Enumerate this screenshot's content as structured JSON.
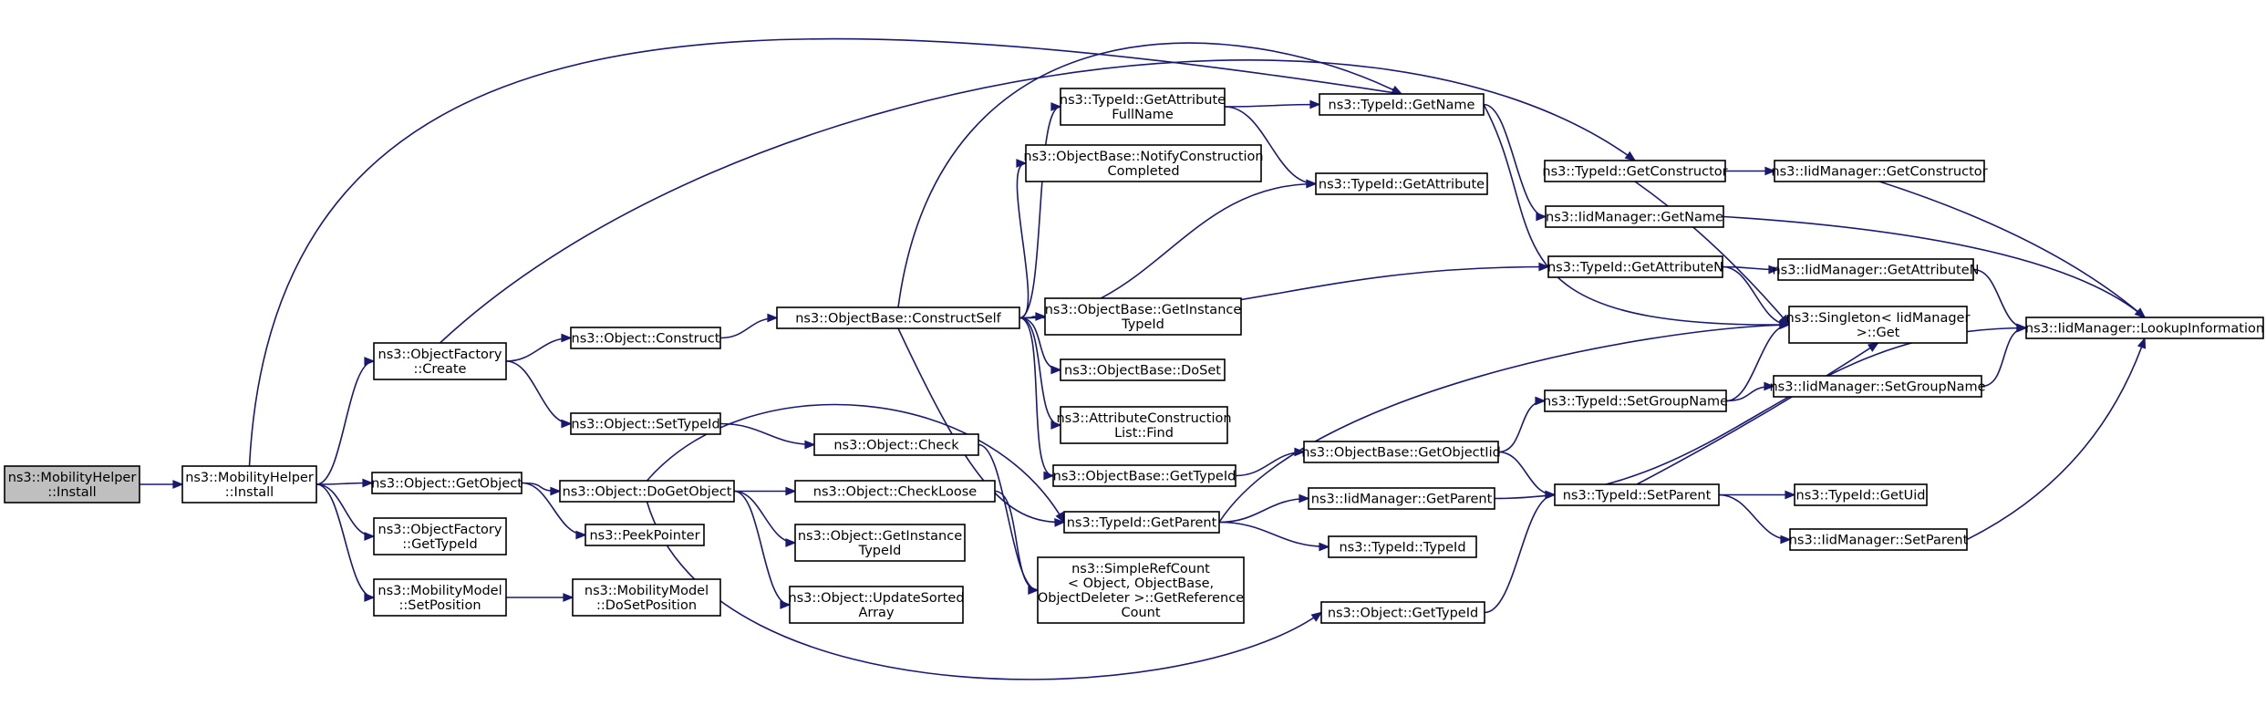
{
  "graph": {
    "colors": {
      "edge": "#191970",
      "node_fill": "#ffffff",
      "node_border": "#000000",
      "root_fill": "#bfbfbf"
    },
    "nodes": [
      {
        "id": "mh_install_root",
        "label": [
          "ns3::MobilityHelper",
          "::Install"
        ],
        "root": true
      },
      {
        "id": "mh_install",
        "label": [
          "ns3::MobilityHelper",
          "::Install"
        ]
      },
      {
        "id": "of_create",
        "label": [
          "ns3::ObjectFactory",
          "::Create"
        ]
      },
      {
        "id": "obj_getobject",
        "label": [
          "ns3::Object::GetObject"
        ]
      },
      {
        "id": "of_gettypeid",
        "label": [
          "ns3::ObjectFactory",
          "::GetTypeId"
        ]
      },
      {
        "id": "mm_setposition",
        "label": [
          "ns3::MobilityModel",
          "::SetPosition"
        ]
      },
      {
        "id": "obj_construct",
        "label": [
          "ns3::Object::Construct"
        ]
      },
      {
        "id": "obj_settypeid",
        "label": [
          "ns3::Object::SetTypeId"
        ]
      },
      {
        "id": "obj_dogetobject",
        "label": [
          "ns3::Object::DoGetObject"
        ]
      },
      {
        "id": "peekpointer",
        "label": [
          "ns3::PeekPointer"
        ]
      },
      {
        "id": "mm_dosetposition",
        "label": [
          "ns3::MobilityModel",
          "::DoSetPosition"
        ]
      },
      {
        "id": "ob_constructself",
        "label": [
          "ns3::ObjectBase::ConstructSelf"
        ]
      },
      {
        "id": "obj_check",
        "label": [
          "ns3::Object::Check"
        ]
      },
      {
        "id": "obj_checkloose",
        "label": [
          "ns3::Object::CheckLoose"
        ]
      },
      {
        "id": "obj_getinstancetypeid",
        "label": [
          "ns3::Object::GetInstance",
          "TypeId"
        ]
      },
      {
        "id": "obj_updatesorted",
        "label": [
          "ns3::Object::UpdateSorted",
          "Array"
        ]
      },
      {
        "id": "tid_getattrfullname",
        "label": [
          "ns3::TypeId::GetAttribute",
          "FullName"
        ]
      },
      {
        "id": "ob_notifyconstruction",
        "label": [
          "ns3::ObjectBase::NotifyConstruction",
          "Completed"
        ]
      },
      {
        "id": "ob_getinstancetypeid",
        "label": [
          "ns3::ObjectBase::GetInstance",
          "TypeId"
        ]
      },
      {
        "id": "ob_doset",
        "label": [
          "ns3::ObjectBase::DoSet"
        ]
      },
      {
        "id": "acl_find",
        "label": [
          "ns3::AttributeConstruction",
          "List::Find"
        ]
      },
      {
        "id": "ob_gettypeid",
        "label": [
          "ns3::ObjectBase::GetTypeId"
        ]
      },
      {
        "id": "tid_getparent",
        "label": [
          "ns3::TypeId::GetParent"
        ]
      },
      {
        "id": "srefcount",
        "label": [
          "ns3::SimpleRefCount",
          "< Object, ObjectBase,",
          " ObjectDeleter >::GetReference",
          "Count"
        ]
      },
      {
        "id": "tid_getname",
        "label": [
          "ns3::TypeId::GetName"
        ]
      },
      {
        "id": "tid_getattribute",
        "label": [
          "ns3::TypeId::GetAttribute"
        ]
      },
      {
        "id": "ob_getobjectiid",
        "label": [
          "ns3::ObjectBase::GetObjectIid"
        ]
      },
      {
        "id": "iid_getparent",
        "label": [
          "ns3::IidManager::GetParent"
        ]
      },
      {
        "id": "tid_typeid",
        "label": [
          "ns3::TypeId::TypeId"
        ]
      },
      {
        "id": "obj_gettypeid",
        "label": [
          "ns3::Object::GetTypeId"
        ]
      },
      {
        "id": "tid_getconstructor",
        "label": [
          "ns3::TypeId::GetConstructor"
        ]
      },
      {
        "id": "iid_getname",
        "label": [
          "ns3::IidManager::GetName"
        ]
      },
      {
        "id": "tid_getattributen",
        "label": [
          "ns3::TypeId::GetAttributeN"
        ]
      },
      {
        "id": "tid_setgroupname",
        "label": [
          "ns3::TypeId::SetGroupName"
        ]
      },
      {
        "id": "tid_setparent",
        "label": [
          "ns3::TypeId::SetParent"
        ]
      },
      {
        "id": "iid_getconstructor",
        "label": [
          "ns3::IidManager::GetConstructor"
        ]
      },
      {
        "id": "iid_getattributen",
        "label": [
          "ns3::IidManager::GetAttributeN"
        ]
      },
      {
        "id": "singleton_get",
        "label": [
          "ns3::Singleton< IidManager",
          " >::Get"
        ]
      },
      {
        "id": "iid_setgroupname",
        "label": [
          "ns3::IidManager::SetGroupName"
        ]
      },
      {
        "id": "tid_getuid",
        "label": [
          "ns3::TypeId::GetUid"
        ]
      },
      {
        "id": "iid_setparent",
        "label": [
          "ns3::IidManager::SetParent"
        ]
      },
      {
        "id": "iid_lookupinfo",
        "label": [
          "ns3::IidManager::LookupInformation"
        ]
      }
    ],
    "edges": [
      [
        "mh_install_root",
        "mh_install"
      ],
      [
        "mh_install",
        "of_create"
      ],
      [
        "mh_install",
        "obj_getobject"
      ],
      [
        "mh_install",
        "of_gettypeid"
      ],
      [
        "mh_install",
        "mm_setposition"
      ],
      [
        "mh_install",
        "tid_getname"
      ],
      [
        "of_create",
        "obj_construct"
      ],
      [
        "of_create",
        "obj_settypeid"
      ],
      [
        "of_create",
        "tid_getconstructor"
      ],
      [
        "obj_getobject",
        "obj_dogetobject"
      ],
      [
        "obj_getobject",
        "peekpointer"
      ],
      [
        "mm_setposition",
        "mm_dosetposition"
      ],
      [
        "obj_construct",
        "ob_constructself"
      ],
      [
        "obj_settypeid",
        "obj_check"
      ],
      [
        "obj_dogetobject",
        "obj_checkloose"
      ],
      [
        "obj_dogetobject",
        "obj_getinstancetypeid"
      ],
      [
        "obj_dogetobject",
        "obj_updatesorted"
      ],
      [
        "obj_dogetobject",
        "tid_getparent"
      ],
      [
        "obj_dogetobject",
        "obj_gettypeid"
      ],
      [
        "ob_constructself",
        "tid_getattrfullname"
      ],
      [
        "ob_constructself",
        "ob_notifyconstruction"
      ],
      [
        "ob_constructself",
        "tid_getattribute"
      ],
      [
        "ob_constructself",
        "tid_getname"
      ],
      [
        "ob_constructself",
        "tid_getattributen"
      ],
      [
        "ob_constructself",
        "ob_getinstancetypeid"
      ],
      [
        "ob_constructself",
        "ob_doset"
      ],
      [
        "ob_constructself",
        "acl_find"
      ],
      [
        "ob_constructself",
        "ob_gettypeid"
      ],
      [
        "ob_constructself",
        "tid_getparent"
      ],
      [
        "obj_check",
        "srefcount"
      ],
      [
        "obj_checkloose",
        "srefcount"
      ],
      [
        "tid_getattrfullname",
        "tid_getname"
      ],
      [
        "tid_getattrfullname",
        "tid_getattribute"
      ],
      [
        "ob_gettypeid",
        "ob_getobjectiid"
      ],
      [
        "tid_getparent",
        "iid_getparent"
      ],
      [
        "tid_getparent",
        "tid_typeid"
      ],
      [
        "tid_getparent",
        "singleton_get"
      ],
      [
        "tid_getname",
        "iid_getname"
      ],
      [
        "tid_getname",
        "singleton_get"
      ],
      [
        "ob_getobjectiid",
        "tid_setgroupname"
      ],
      [
        "ob_getobjectiid",
        "tid_setparent"
      ],
      [
        "iid_getparent",
        "iid_lookupinfo"
      ],
      [
        "obj_gettypeid",
        "tid_setparent"
      ],
      [
        "tid_getconstructor",
        "iid_getconstructor"
      ],
      [
        "tid_getconstructor",
        "singleton_get"
      ],
      [
        "iid_getname",
        "iid_lookupinfo"
      ],
      [
        "tid_getattributen",
        "iid_getattributen"
      ],
      [
        "tid_getattributen",
        "singleton_get"
      ],
      [
        "tid_setgroupname",
        "iid_setgroupname"
      ],
      [
        "tid_setgroupname",
        "singleton_get"
      ],
      [
        "tid_setparent",
        "tid_getuid"
      ],
      [
        "tid_setparent",
        "iid_setparent"
      ],
      [
        "tid_setparent",
        "singleton_get"
      ],
      [
        "iid_getconstructor",
        "iid_lookupinfo"
      ],
      [
        "iid_getattributen",
        "iid_lookupinfo"
      ],
      [
        "iid_setgroupname",
        "iid_lookupinfo"
      ],
      [
        "iid_setparent",
        "iid_lookupinfo"
      ]
    ]
  }
}
